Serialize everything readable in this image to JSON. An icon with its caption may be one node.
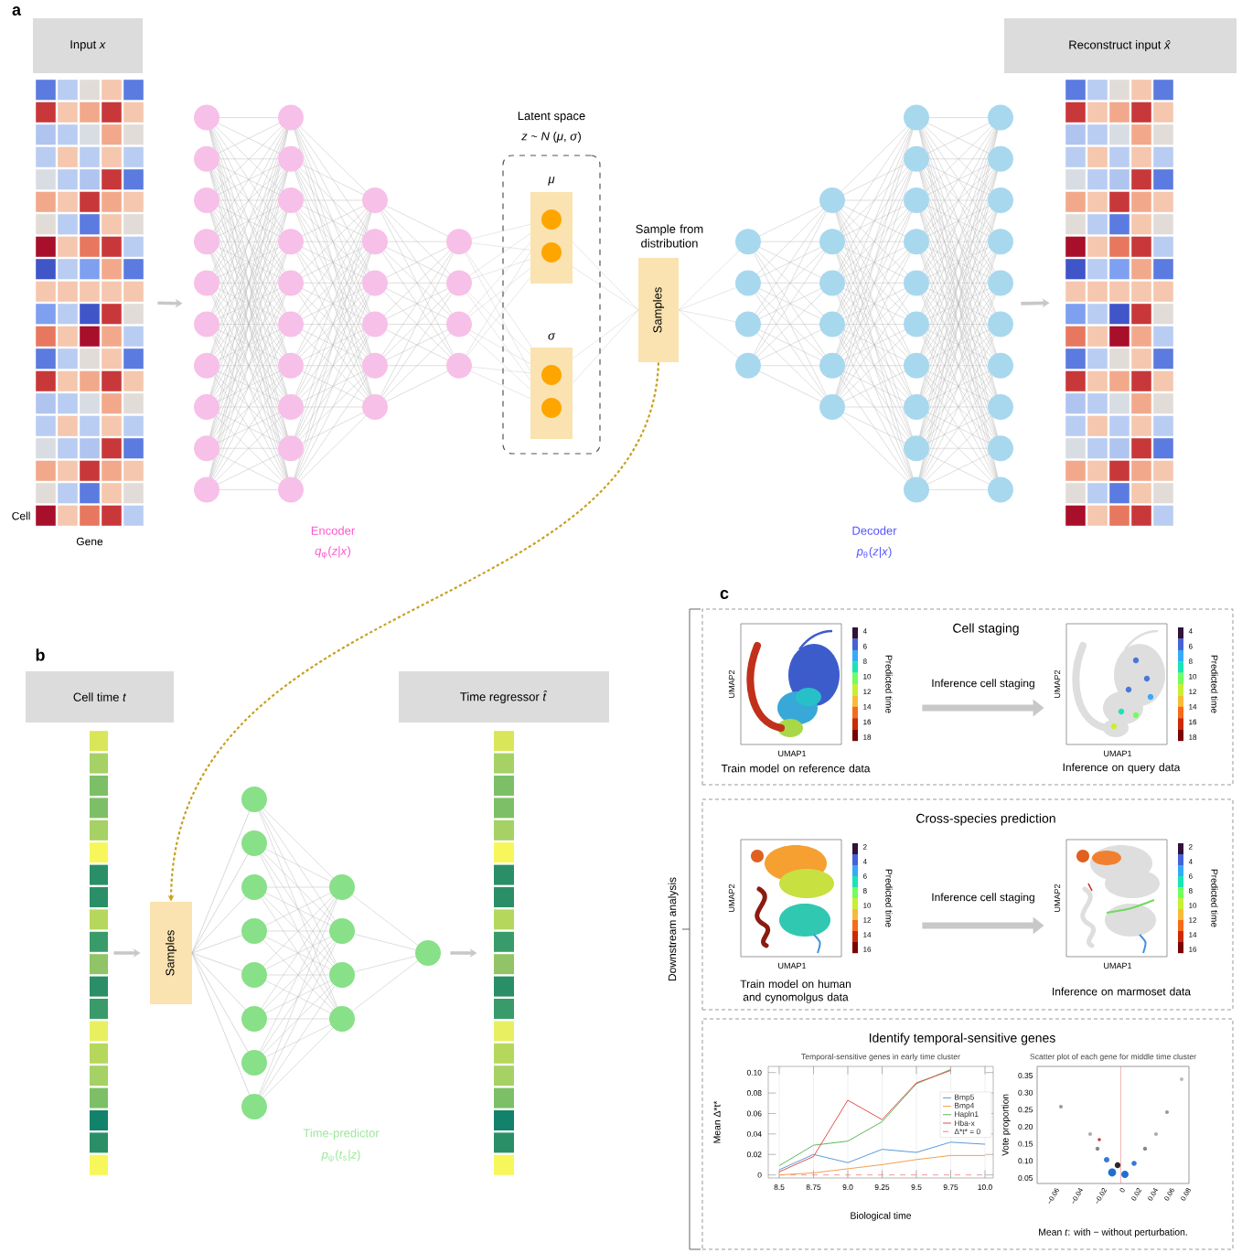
{
  "diagram": {
    "nodes": [
      {
        "text": [
          "Input *x*"
        ]
      },
      {
        "text": [],
        "shape": "box",
        "beside": [
          "Cell",
          "Gene"
        ]
      },
      {
        "text": [],
        "shape": "picture",
        "beside": [
          "Encoder",
          "*q*$_{φ}$(*z*|*x*)"
        ]
      },
      {
        "text": [
          "Latent space",
          "*z* ~ *N* (*μ*, *σ*)"
        ]
      },
      {
        "text": [
          "μ"
        ],
        "in": 3
      },
      {
        "text": [
          "σ"
        ],
        "in": 3
      },
      {
        "text": [
          "Sample from distribution",
          "Samples"
        ]
      },
      {
        "text": [],
        "shape": "picture",
        "beside": [
          "Decoder",
          "*p*$_{θ}$(*z*|*x*)"
        ]
      },
      {
        "text": [],
        "shape": "box"
      },
      {
        "text": [
          "Reconstruct input *x̂*"
        ]
      },
      {
        "text": [
          "Cell time *t*"
        ]
      },
      {
        "text": [],
        "shape": "bar"
      },
      {
        "text": [
          "Samples"
        ]
      },
      {
        "text": [],
        "shape": "picture",
        "beside": [
          "Time-predictor",
          "*p*$_{ψ}$(*t*$_{s}$|*z*)"
        ]
      },
      {
        "text": [],
        "shape": "bar"
      },
      {
        "text": [
          "Time regressor *t̂*"
        ]
      },
      {
        "text": [
          "Cell staging"
        ]
      },
      {
        "text": [],
        "shape": "picture",
        "in": 16,
        "beside": [
          "UMAP2",
          "4",
          "6",
          "8",
          "10",
          "12",
          "14",
          "16",
          "18",
          "Predicted time",
          "UMAP1",
          "Train model on reference data"
        ]
      },
      {
        "text": [],
        "shape": "picture",
        "in": 16,
        "beside": [
          "UMAP2",
          "4",
          "6",
          "8",
          "10",
          "12",
          "14",
          "16",
          "18",
          "Predicted time",
          "UMAP1",
          "Inference on query data"
        ]
      },
      {
        "text": [
          "Cross-species prediction"
        ]
      },
      {
        "text": [],
        "shape": "picture",
        "in": 19,
        "beside": [
          "UMAP2",
          "2",
          "4",
          "6",
          "8",
          "10",
          "12",
          "14",
          "16",
          "Predicted time",
          "UMAP1",
          "Train model on human and cynomolgus data"
        ]
      },
      {
        "text": [],
        "shape": "picture",
        "in": 19,
        "beside": [
          "UMAP2",
          "2",
          "4",
          "6",
          "8",
          "10",
          "12",
          "14",
          "16",
          "Predicted time",
          "UMAP1",
          "Inference on marmoset data"
        ]
      },
      {
        "text": [
          "Identify temporal-sensitive genes"
        ]
      },
      {
        "text": [],
        "shape": "picture",
        "in": 22,
        "beside": [
          "Scatter plot of each gene for middle time cluster",
          "0.35",
          "0.30",
          "0.25",
          "0.20",
          "0.15",
          "0.10",
          "0.05",
          "Vote proportion",
          "−0.06",
          "−0.04",
          "−0.02",
          "0",
          "0.02",
          "0.04",
          "0.06",
          "0.08",
          "Mean *t*: with − without perturbation."
        ]
      }
    ],
    "edges": [
      {
        "from": 1,
        "to": 2,
        "arrow": "to"
      },
      {
        "from": 7,
        "to": 8,
        "arrow": "to"
      },
      {
        "from": 6,
        "to": 12,
        "arrow": "to",
        "style": "dashed",
        "color": "#c8a020"
      },
      {
        "from": 11,
        "to": 12,
        "arrow": "to"
      },
      {
        "from": 13,
        "to": 14,
        "arrow": "to"
      },
      {
        "from": 17,
        "to": 18,
        "arrow": "to",
        "label": "Inference cell staging",
        "style": "thick"
      },
      {
        "from": 20,
        "to": 21,
        "arrow": "to",
        "label": "Inference cell staging",
        "style": "thick"
      }
    ],
    "labels": [
      "a",
      "b",
      "c",
      "Downstream analysis"
    ],
    "chart_data": {
      "type": "line",
      "title": "Temporal-sensitive genes in early time cluster",
      "xlabel": "Biological time",
      "ylabel": "Mean Δ*t*",
      "x": [
        8.5,
        8.75,
        9.0,
        9.25,
        9.5,
        9.75,
        10.0
      ],
      "series": [
        {
          "name": "Bmp5",
          "color": "#5b9bd5",
          "values": [
            0.005,
            0.02,
            0.012,
            0.025,
            0.022,
            0.032,
            0.03
          ]
        },
        {
          "name": "Bmp4",
          "color": "#f0a050",
          "values": [
            0.0,
            0.002,
            0.006,
            0.01,
            0.015,
            0.019,
            0.019
          ]
        },
        {
          "name": "Hapln1",
          "color": "#5cb85c",
          "values": [
            0.009,
            0.029,
            0.033,
            0.052,
            0.089,
            0.103,
            null
          ]
        },
        {
          "name": "Hba-x",
          "color": "#e05050",
          "values": [
            0.003,
            0.018,
            0.073,
            0.054,
            0.09,
            0.102,
            null
          ]
        }
      ],
      "xlim": [
        8.42,
        10.06
      ],
      "ylim": [
        -0.003,
        0.106
      ],
      "xticks": [
        {
          "value": 8.5,
          "label": "8.5"
        },
        {
          "value": 8.75,
          "label": "8.75"
        },
        {
          "value": 9.0,
          "label": "9.0"
        },
        {
          "value": 9.25,
          "label": "9.25"
        },
        {
          "value": 9.5,
          "label": "9.5"
        },
        {
          "value": 9.75,
          "label": "9.75"
        },
        {
          "value": 10.0,
          "label": "10.0"
        }
      ],
      "yticks": [
        {
          "value": 0,
          "label": "0"
        },
        {
          "value": 0.02,
          "label": "0.02"
        },
        {
          "value": 0.04,
          "label": "0.04"
        },
        {
          "value": 0.06,
          "label": "0.06"
        },
        {
          "value": 0.08,
          "label": "0.08"
        },
        {
          "value": 0.1,
          "label": "0.10"
        }
      ],
      "ref_lines": [
        {
          "axis": "y",
          "value": 0,
          "label": "Δ*t* = 0"
        }
      ],
      "grid": "x",
      "legend": "center right"
    }
  }
}
